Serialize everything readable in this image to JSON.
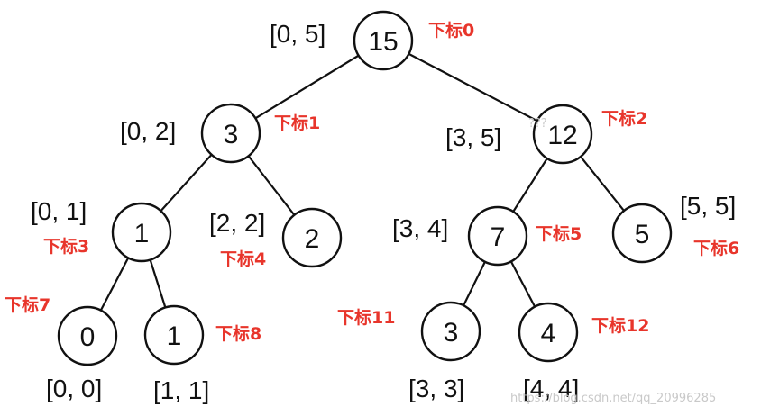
{
  "colors": {
    "edge": "#111111",
    "node_stroke": "#111111",
    "node_fill": "#ffffff",
    "text": "#111111",
    "index_label": "#e8352b",
    "watermark": "#c9c9c9"
  },
  "tree": {
    "nodes": [
      {
        "id": "n0",
        "value": "15",
        "range": "[0, 5]",
        "index_label": "下标0"
      },
      {
        "id": "n1",
        "value": "3",
        "range": "[0, 2]",
        "index_label": "下标1"
      },
      {
        "id": "n2",
        "value": "12",
        "range": "[3, 5]",
        "index_label": "下标2"
      },
      {
        "id": "n3",
        "value": "1",
        "range": "[0, 1]",
        "index_label": "下标3"
      },
      {
        "id": "n4",
        "value": "2",
        "range": "[2, 2]",
        "index_label": "下标4"
      },
      {
        "id": "n5",
        "value": "7",
        "range": "[3, 4]",
        "index_label": "下标5"
      },
      {
        "id": "n6",
        "value": "5",
        "range": "[5, 5]",
        "index_label": "下标6"
      },
      {
        "id": "n7",
        "value": "0",
        "range": "[0, 0]",
        "index_label": "下标7"
      },
      {
        "id": "n8",
        "value": "1",
        "range": "[1, 1]",
        "index_label": "下标8"
      },
      {
        "id": "n11",
        "value": "3",
        "range": "[3, 3]",
        "index_label": "下标11"
      },
      {
        "id": "n12",
        "value": "4",
        "range": "[4, 4]",
        "index_label": "下标12"
      }
    ]
  },
  "watermark": {
    "question_marks": "???",
    "text": "https://blog.csdn.net/qq_20996285"
  }
}
